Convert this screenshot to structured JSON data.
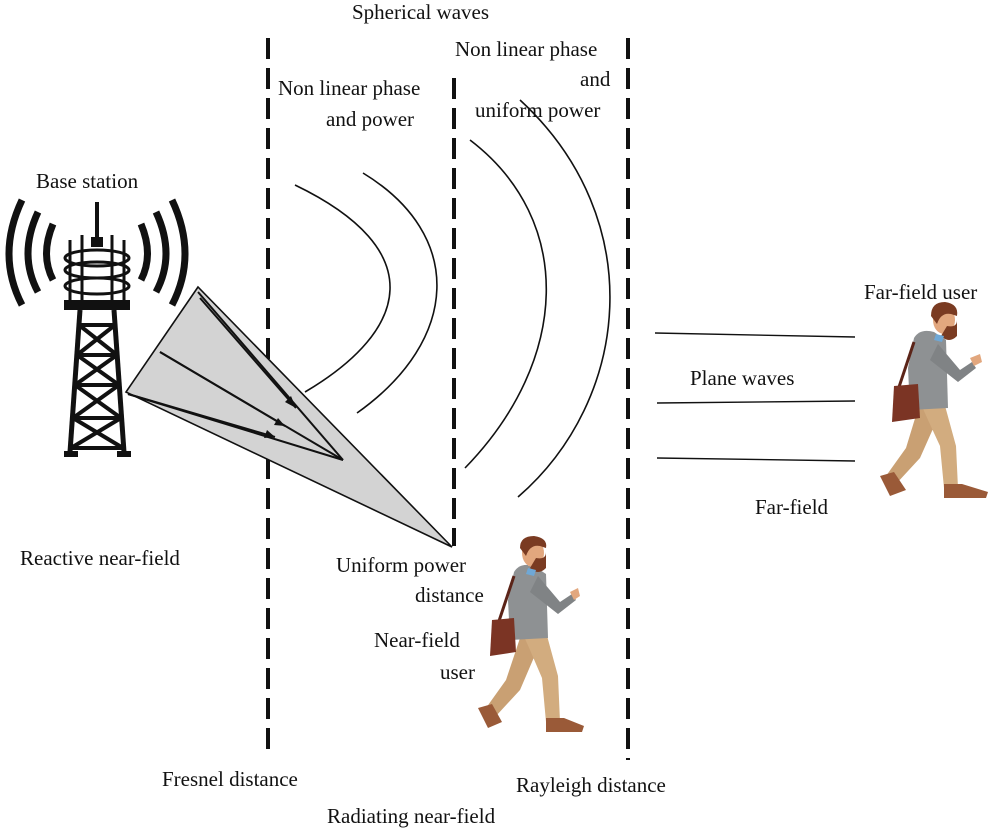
{
  "labels": {
    "spherical_waves": "Spherical waves",
    "nonlinear_phase_power_line1": "Non linear phase",
    "nonlinear_phase_power_line2": "and power",
    "nonlinear_phase_uniform_line1": "Non linear phase",
    "nonlinear_phase_uniform_line2": "and",
    "nonlinear_phase_uniform_line3": "uniform power",
    "base_station": "Base station",
    "far_field_user": "Far-field user",
    "plane_waves": "Plane waves",
    "far_field": "Far-field",
    "reactive_near_field": "Reactive near-field",
    "uniform_power_distance_line1": "Uniform power",
    "uniform_power_distance_line2": "distance",
    "near_field_user_line1": "Near-field",
    "near_field_user_line2": "user",
    "fresnel_distance": "Fresnel distance",
    "rayleigh_distance": "Rayleigh distance",
    "radiating_near_field": "Radiating near-field"
  },
  "colors": {
    "stroke": "#111111",
    "beam_fill": "#d3d3d3",
    "shirt": "#8e9193",
    "pants": "#d2ac7f",
    "hair": "#7a3b22",
    "skin": "#e2a77e",
    "bag": "#7b3424",
    "shoe": "#9a5a38"
  }
}
